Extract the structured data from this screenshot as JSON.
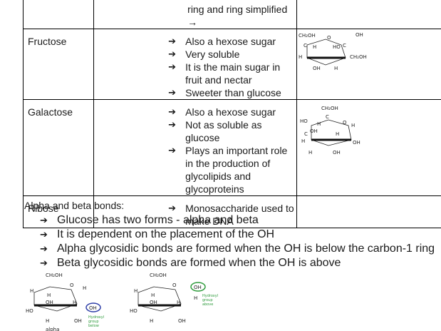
{
  "table": {
    "rows": [
      {
        "id": "partial",
        "name": "",
        "bullets": [],
        "partial_text": "ring and ring simplified →"
      },
      {
        "id": "fructose",
        "name": "Fructose",
        "bullets": [
          "Also a hexose sugar",
          "Very soluble",
          "It is the main sugar in fruit and nectar",
          "Sweeter than glucose"
        ],
        "structure_labels": {
          "ch2oh_left": "CH₂OH",
          "ring_o": "O",
          "oh_top_right": "OH",
          "c": "C",
          "h": "H",
          "ho": "HO",
          "ch2oh_right": "CH₂OH",
          "oh_bottom": "OH"
        }
      },
      {
        "id": "galactose",
        "name": "Galactose",
        "bullets": [
          "Also a hexose sugar",
          "Not as soluble as glucose",
          "Plays an important role in the production of glycolipids and glycoproteins"
        ],
        "structure_labels": {
          "ch2oh": "CH₂OH",
          "ho": "HO",
          "c": "C",
          "h": "H",
          "oh": "OH",
          "ring_o": "O"
        }
      },
      {
        "id": "ribose",
        "name": "Ribose",
        "bullets": [
          "Monosaccharide used to make DNA"
        ]
      }
    ]
  },
  "alpha_beta": {
    "title": "Alpha and beta bonds:",
    "bullets": [
      "Glucose has two forms - alpha and beta",
      "It is dependent on the placement of the OH",
      "Alpha glycosidic bonds are formed when the OH is below the carbon-1 ring",
      "Beta glycosidic bonds are formed when the OH is above"
    ],
    "alpha_labels": {
      "ch2oh": "CH₂OH",
      "h": "H",
      "o": "O",
      "oh": "OH",
      "ho": "HO",
      "circled_oh": "OH",
      "note1": "Hydroxyl",
      "note2": "group",
      "note3": "below",
      "bottom": "alpha"
    },
    "beta_labels": {
      "ch2oh": "CH₂OH",
      "h": "H",
      "o": "O",
      "oh": "OH",
      "ho": "HO",
      "circled_oh": "OH",
      "note1": "Hydroxyl",
      "note2": "group",
      "note3": "above"
    }
  },
  "icons": {
    "bullet": "arrow-right-icon"
  },
  "colors": {
    "alpha_circle": "#2f3fa8",
    "beta_circle": "#2e9b3c",
    "note_text": "#2e9b3c"
  }
}
